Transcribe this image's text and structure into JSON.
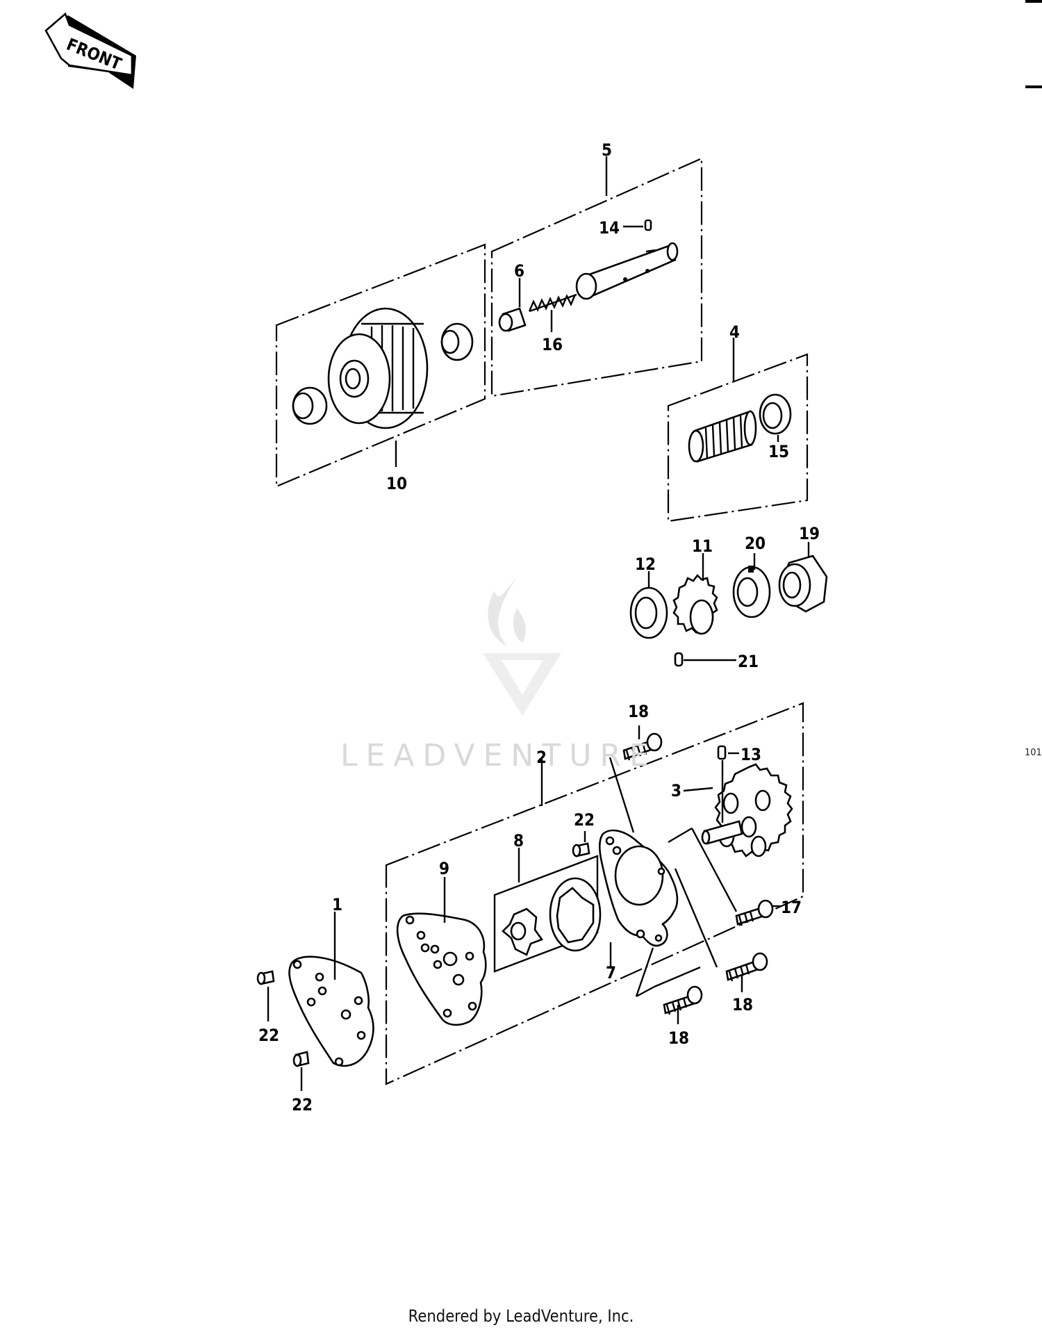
{
  "front_arrow": {
    "label": "FRONT"
  },
  "watermark": {
    "text": "LEADVENTURE",
    "icon": "leadventure-flame-v-logo"
  },
  "page_code": "101",
  "footer": {
    "text": "Rendered by LeadVenture, Inc."
  },
  "callouts": [
    "1",
    "2",
    "3",
    "4",
    "5",
    "6",
    "7",
    "8",
    "9",
    "10",
    "11",
    "12",
    "13",
    "14",
    "15",
    "16",
    "17",
    "18",
    "18",
    "18",
    "19",
    "20",
    "21",
    "22",
    "22",
    "22"
  ],
  "colors": {
    "ink": "#000000",
    "paper": "#ffffff",
    "watermark": "#d9d9d9"
  }
}
